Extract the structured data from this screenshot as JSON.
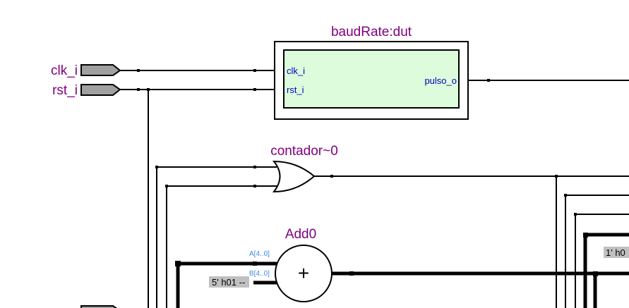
{
  "colors": {
    "instance_label": "#800080",
    "port_label": "#0000c0",
    "bus_label": "#3b8be0",
    "module_fill": "#dcfcdc",
    "pin_fill": "#a0a0a0",
    "constant_fill": "#c0c0c0",
    "wire": "#000000"
  },
  "pins": [
    {
      "name": "clk_i"
    },
    {
      "name": "rst_i"
    }
  ],
  "module": {
    "title": "baudRate:dut",
    "inputs": [
      "clk_i",
      "rst_i"
    ],
    "outputs": [
      "pulso_o"
    ]
  },
  "or_gate": {
    "title": "contador~0"
  },
  "adder": {
    "title": "Add0",
    "symbol": "+",
    "port_a": "A[4..0]",
    "port_b": "B[4..0]",
    "constant_b": "5' h01 --"
  },
  "constants": [
    {
      "value": "1' h0"
    }
  ]
}
